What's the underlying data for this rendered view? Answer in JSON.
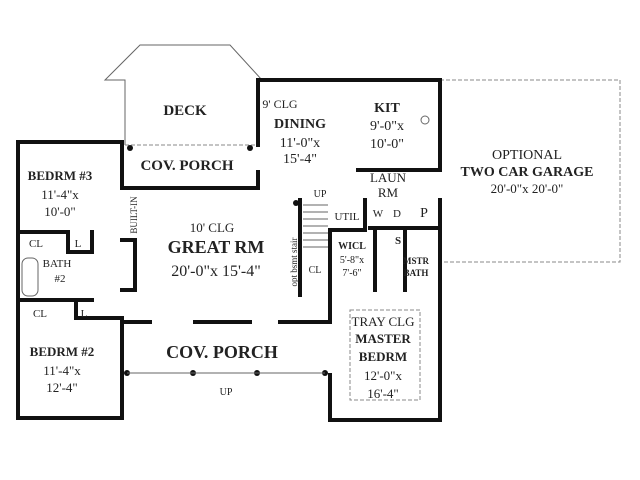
{
  "rooms": {
    "deck": {
      "name": "DECK"
    },
    "porch_rear": {
      "name": "COV. PORCH"
    },
    "dining": {
      "ceiling": "9' CLG",
      "name": "DINING",
      "dim1": "11'-0\"x",
      "dim2": "15'-4\""
    },
    "kitchen": {
      "name": "KIT",
      "dim1": "9'-0\"x",
      "dim2": "10'-0\""
    },
    "garage": {
      "line1": "OPTIONAL",
      "name": "TWO CAR GARAGE",
      "dim": "20'-0\"x 20'-0\""
    },
    "laundry": {
      "line1": "LAUN",
      "line2": "RM",
      "washer": "W",
      "dryer": "D",
      "pantry": "P",
      "util": "UTIL"
    },
    "wicl": {
      "name": "WICL",
      "dim1": "5'-8\"x",
      "dim2": "7'-6\""
    },
    "master_bath": {
      "shower": "S",
      "line1": "MSTR",
      "line2": "BATH"
    },
    "master": {
      "ceiling": "TRAY CLG",
      "line1": "MASTER",
      "line2": "BEDRM",
      "dim1": "12'-0\"x",
      "dim2": "16'-4\""
    },
    "stair": {
      "up": "UP",
      "label": "opt bsmt stair",
      "closet": "CL"
    },
    "great": {
      "ceiling": "10' CLG",
      "name": "GREAT RM",
      "dim": "20'-0\"x 15'-4\"",
      "builtin": "BUILT-IN"
    },
    "bedrm3": {
      "name": "BEDRM #3",
      "dim1": "11'-4\"x",
      "dim2": "10'-0\"",
      "closet": "CL",
      "linen": "L"
    },
    "bath2": {
      "line1": "BATH",
      "line2": "#2",
      "closet": "CL",
      "linen": "L"
    },
    "bedrm2": {
      "name": "BEDRM #2",
      "dim1": "11'-4\"x",
      "dim2": "12'-4\""
    },
    "porch_front": {
      "name": "COV. PORCH",
      "up": "UP"
    }
  }
}
